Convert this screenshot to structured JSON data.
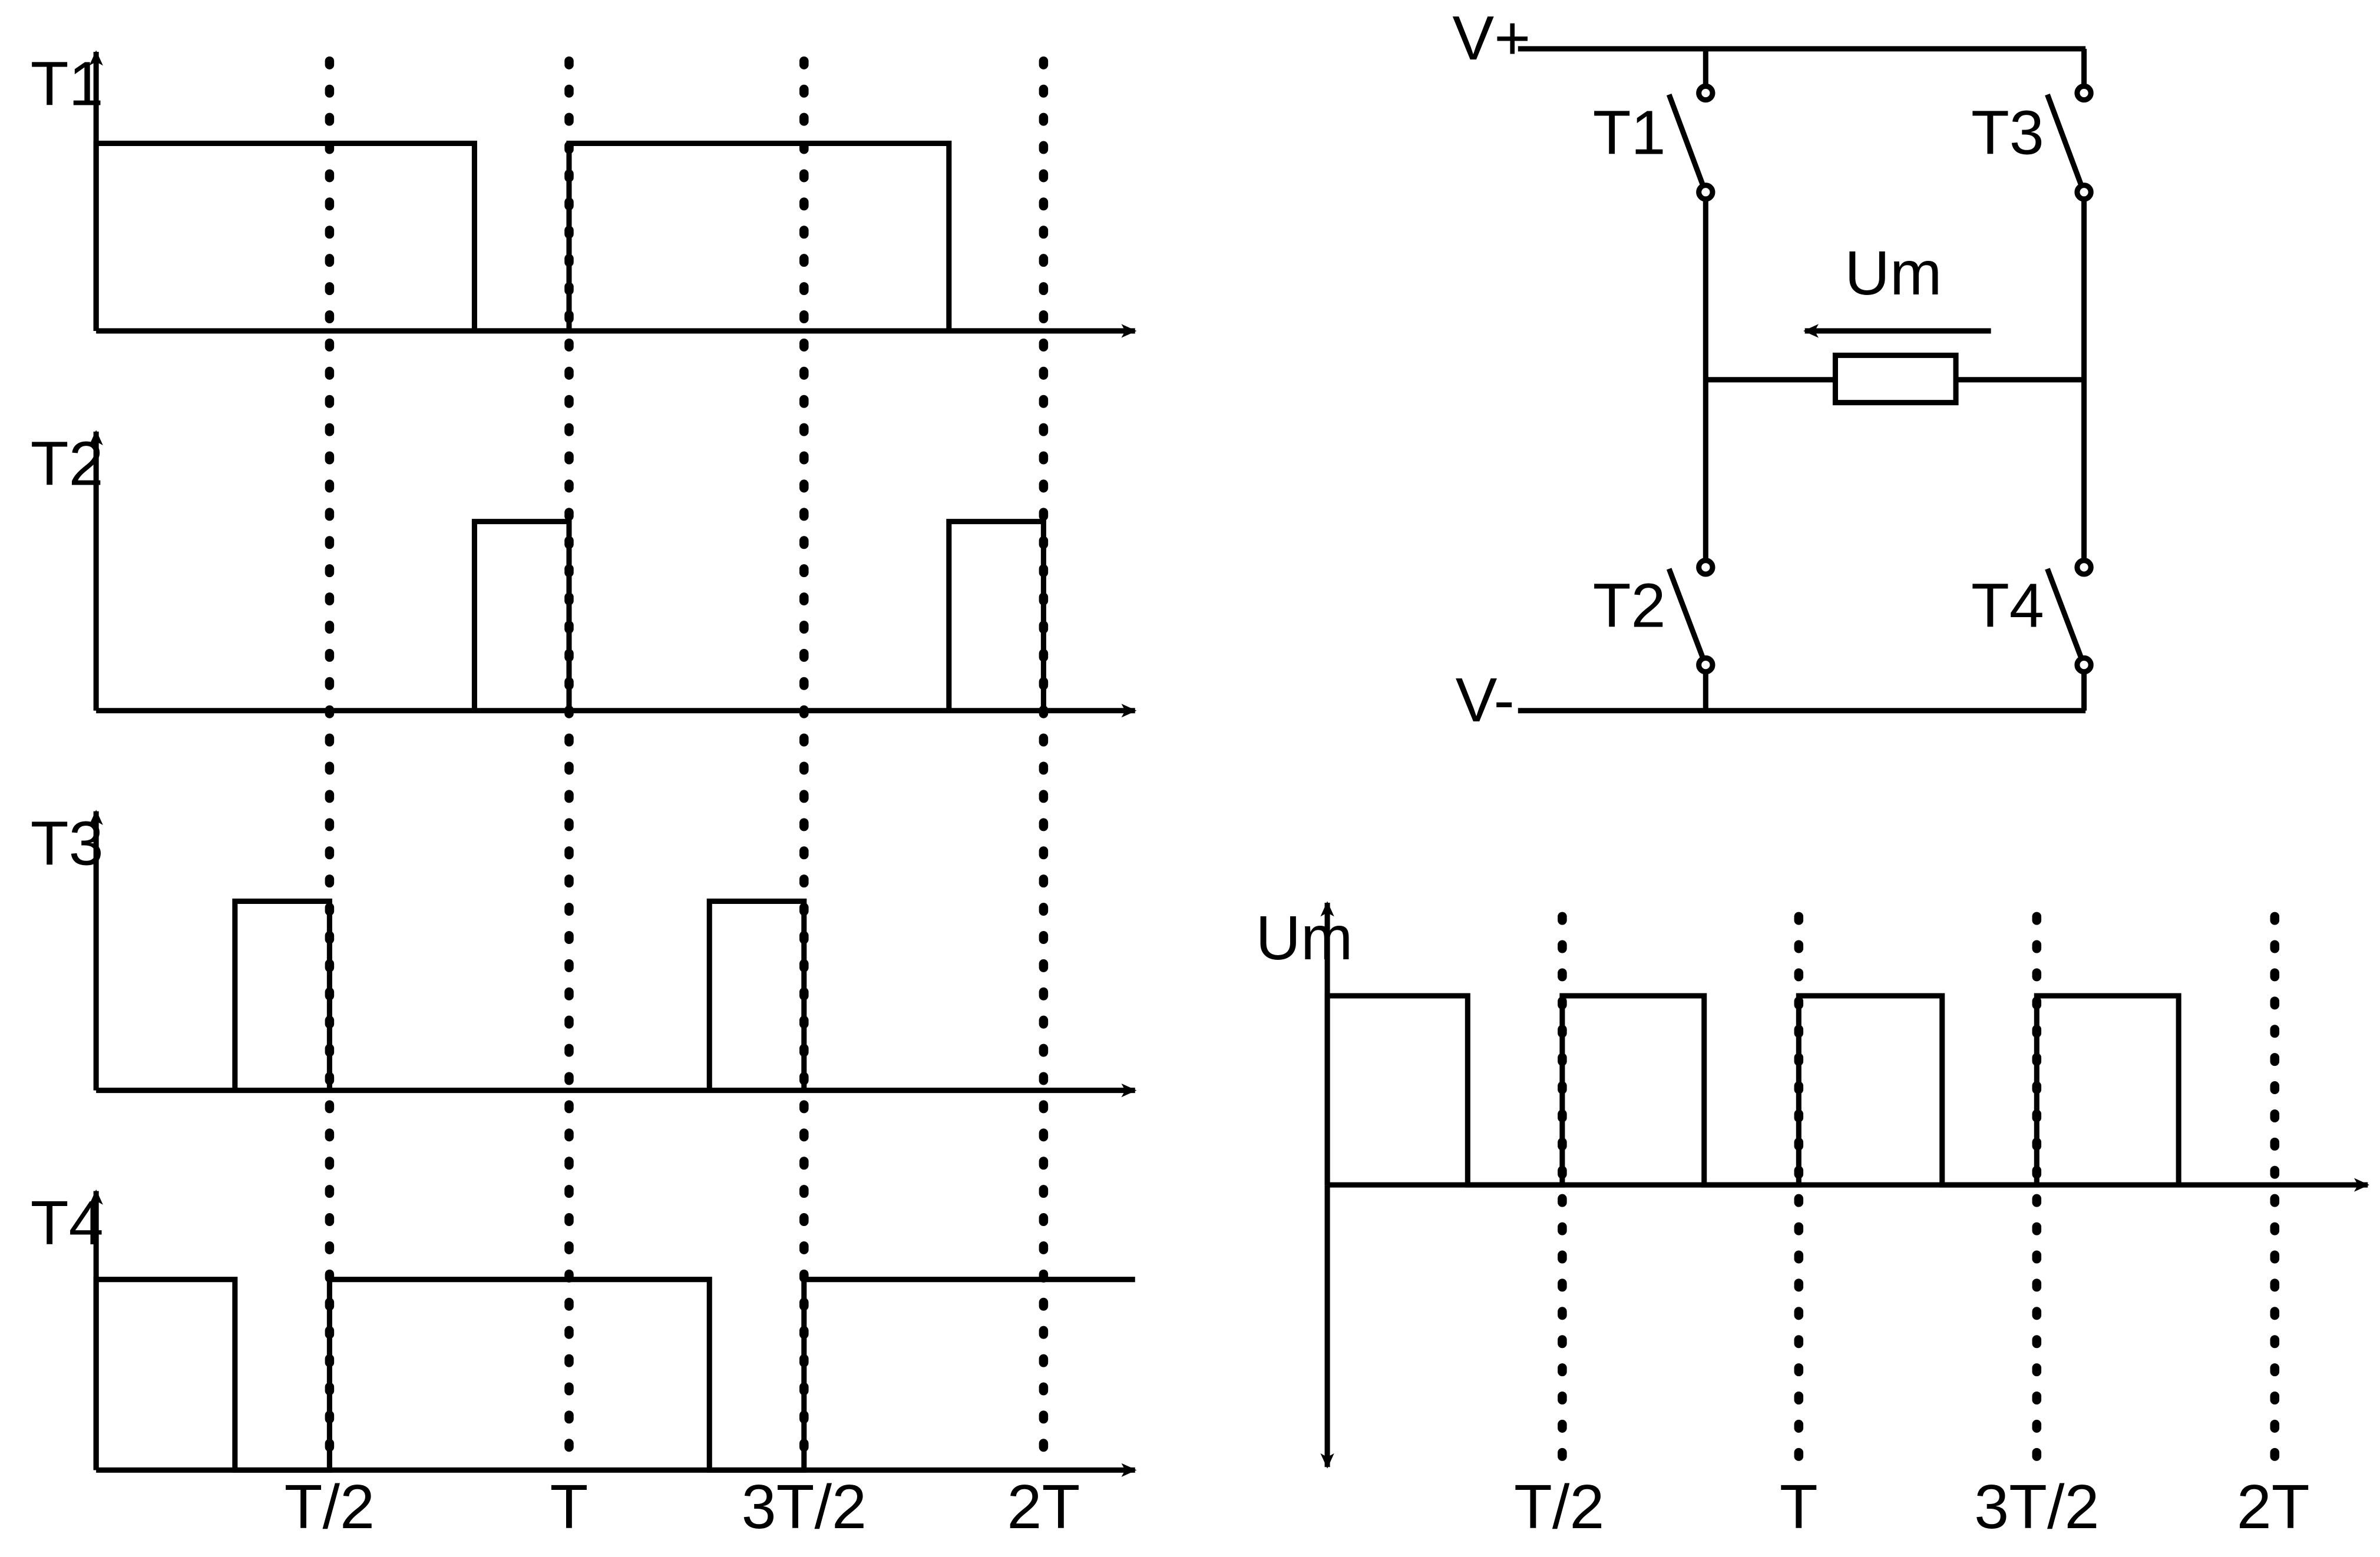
{
  "timing": {
    "signal_labels": [
      "T1",
      "T2",
      "T3",
      "T4"
    ],
    "tick_labels": [
      "T/2",
      "T",
      "3T/2",
      "2T"
    ]
  },
  "circuit": {
    "vplus_label": "V+",
    "vminus_label": "V-",
    "switch_labels": [
      "T1",
      "T3",
      "T2",
      "T4"
    ],
    "um_label": "Um"
  },
  "output": {
    "ylabel": "Um",
    "tick_labels": [
      "T/2",
      "T",
      "3T/2",
      "2T"
    ]
  }
}
